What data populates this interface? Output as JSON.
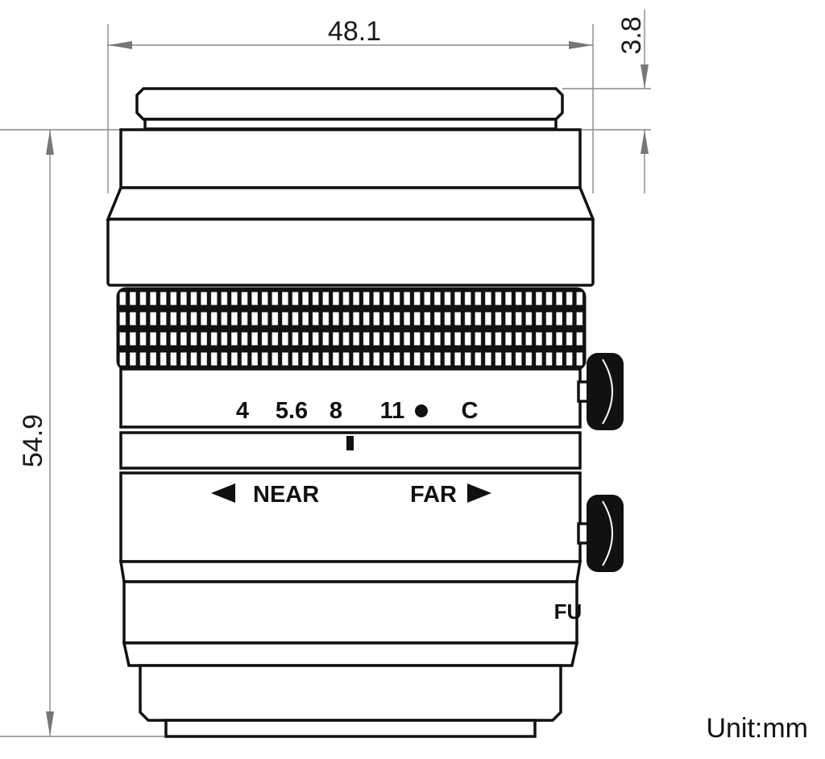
{
  "dimensions": {
    "width": "48.1",
    "flange_offset": "3.8",
    "length": "54.9"
  },
  "unit_label": "Unit:mm",
  "aperture_scale": {
    "marks": [
      "4",
      "5.6",
      "8",
      "11",
      "C"
    ]
  },
  "focus_scale": {
    "near": "NEAR",
    "far": "FAR"
  },
  "side_label": "FU",
  "colors": {
    "line": "#111111",
    "dimension": "#888888",
    "background": "#ffffff"
  }
}
